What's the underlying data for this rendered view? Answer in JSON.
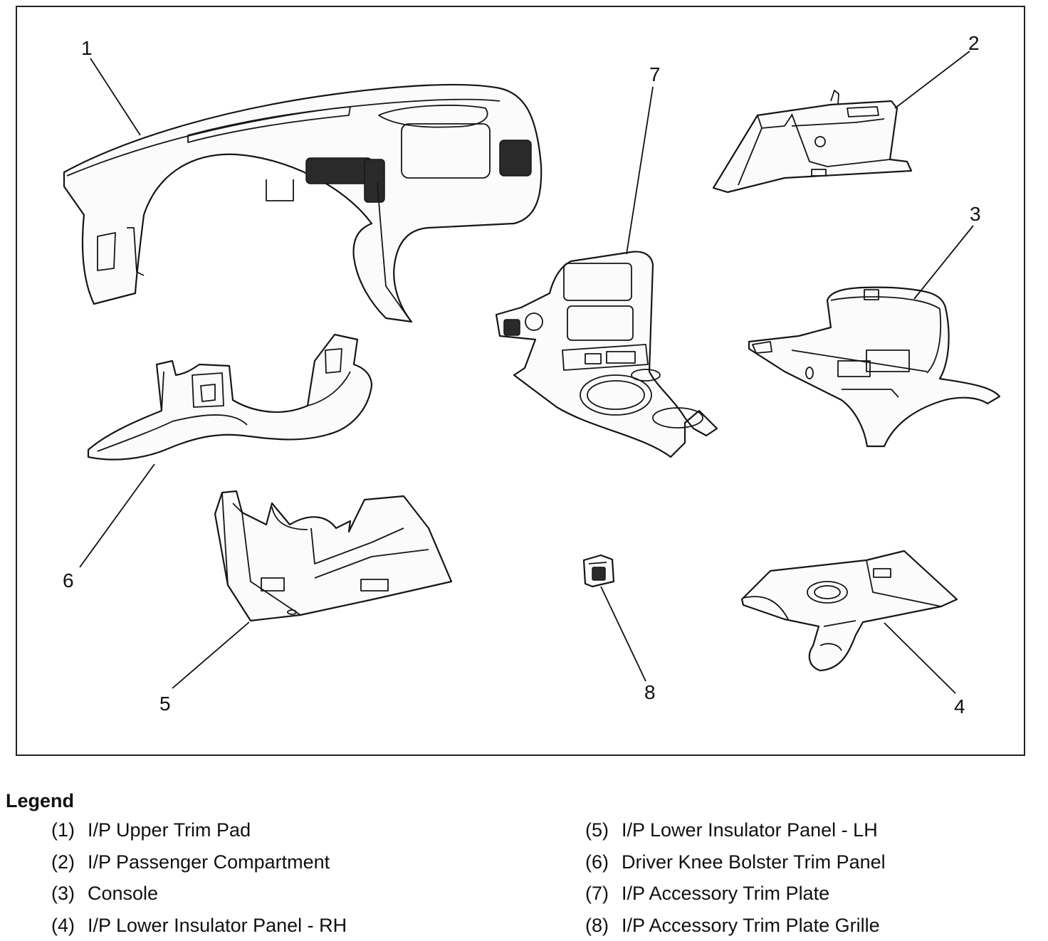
{
  "callouts": [
    "1",
    "2",
    "3",
    "4",
    "5",
    "6",
    "7",
    "8"
  ],
  "legend": {
    "title": "Legend",
    "items": [
      {
        "num": "(1)",
        "label": "I/P Upper Trim Pad"
      },
      {
        "num": "(2)",
        "label": "I/P Passenger Compartment"
      },
      {
        "num": "(3)",
        "label": "Console"
      },
      {
        "num": "(4)",
        "label": "I/P Lower Insulator Panel - RH"
      },
      {
        "num": "(5)",
        "label": "I/P Lower Insulator Panel - LH"
      },
      {
        "num": "(6)",
        "label": "Driver Knee Bolster Trim Panel"
      },
      {
        "num": "(7)",
        "label": "I/P Accessory Trim Plate"
      },
      {
        "num": "(8)",
        "label": "I/P Accessory Trim Plate Grille"
      }
    ]
  }
}
